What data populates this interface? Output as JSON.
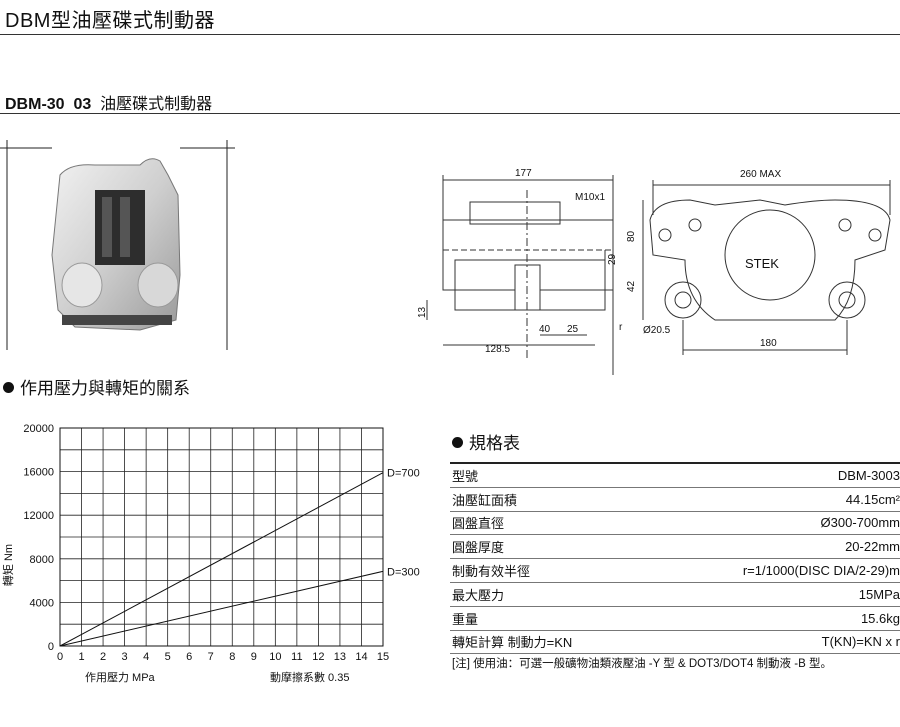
{
  "header": {
    "title": "DBM型油壓碟式制動器",
    "model_code": "DBM-30",
    "model_num": "03",
    "model_name": "油壓碟式制動器"
  },
  "drawing": {
    "side": {
      "dims": [
        "177",
        "M10x1",
        "13",
        "40",
        "25",
        "128.5",
        "29",
        "r"
      ]
    },
    "front": {
      "dims": [
        "260 MAX",
        "80",
        "42",
        "Ø20.5",
        "180"
      ],
      "logo": "STEK"
    }
  },
  "chart_section": {
    "title": "作用壓力與轉矩的關系"
  },
  "chart_data": {
    "type": "line",
    "title": "",
    "xlabel": "作用壓力 MPa",
    "ylabel": "轉矩 Nm",
    "xlim": [
      0,
      15
    ],
    "ylim": [
      0,
      20000
    ],
    "x_ticks": [
      0,
      1,
      2,
      3,
      4,
      5,
      6,
      7,
      8,
      9,
      10,
      11,
      12,
      13,
      14,
      15
    ],
    "y_ticks": [
      0,
      4000,
      8000,
      12000,
      16000,
      20000
    ],
    "grid": true,
    "note": "動摩擦系數 0.35",
    "series": [
      {
        "name": "D=700",
        "x": [
          0,
          15
        ],
        "y": [
          0,
          15900
        ]
      },
      {
        "name": "D=300",
        "x": [
          0,
          15
        ],
        "y": [
          0,
          6850
        ]
      }
    ]
  },
  "spec": {
    "title": "規格表",
    "rows": [
      {
        "label": "型號",
        "value": "DBM-3003"
      },
      {
        "label": "油壓缸面積",
        "value": "44.15cm²"
      },
      {
        "label": "圓盤直徑",
        "value": "Ø300-700mm"
      },
      {
        "label": "圓盤厚度",
        "value": "20-22mm"
      },
      {
        "label": "制動有效半徑",
        "value": "r=1/1000(DISC DIA/2-29)m"
      },
      {
        "label": "最大壓力",
        "value": "15MPa"
      },
      {
        "label": "重量",
        "value": "15.6kg"
      },
      {
        "label": "轉矩計算 制動力=KN",
        "value": "T(KN)=KN x r"
      }
    ],
    "note": "[注]  使用油：可選一般礦物油類液壓油 -Y 型 & DOT3/DOT4 制動液 -B 型。"
  }
}
